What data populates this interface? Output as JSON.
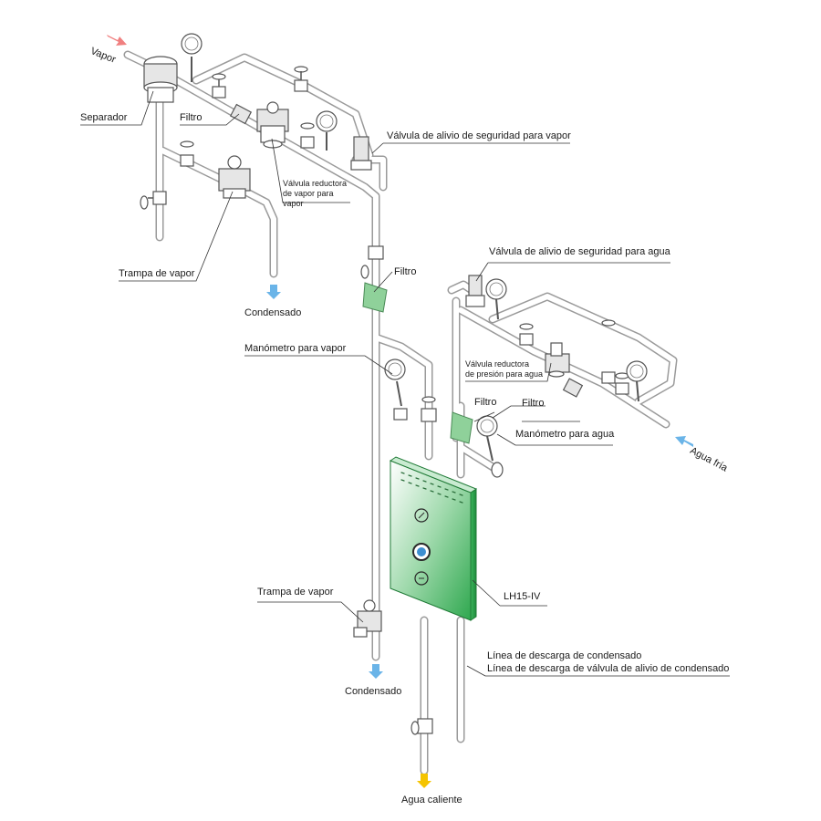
{
  "labels": {
    "vapor": "Vapor",
    "separador": "Separador",
    "filtro_vapor": "Filtro",
    "valvula_reductora_vapor": [
      "Válvula reductora",
      "de vapor para vapor"
    ],
    "valvula_alivio_vapor": "Válvula de alivio de seguridad para vapor",
    "trampa_vapor_top": "Trampa de vapor",
    "condensado_top": "Condensado",
    "filtro_center": "Filtro",
    "valvula_alivio_agua": "Válvula de alivio de seguridad para agua",
    "manometro_vapor": "Manómetro para vapor",
    "valvula_reductora_agua": [
      "Válvula reductora",
      "de presión para agua"
    ],
    "filtro_agua_left": "Filtro",
    "filtro_agua_right": "Filtro",
    "manometro_agua": "Manómetro para agua",
    "agua_fria": "Agua fría",
    "unit": "LH15-IV",
    "trampa_vapor_bottom": "Trampa de vapor",
    "condensado_bottom": "Condensado",
    "linea_descarga_1": "Línea de descarga de condensado",
    "linea_descarga_2": "Línea de descarga de válvula de alivio de condensado",
    "agua_caliente": "Agua caliente"
  },
  "colors": {
    "unit_green": "#2fa84f",
    "filter_green": "#8fd19a",
    "steam_arrow": "#f08080",
    "water_arrow": "#6ab4e8",
    "hot_arrow": "#f5c400",
    "pipe": "#9a9a9a"
  }
}
